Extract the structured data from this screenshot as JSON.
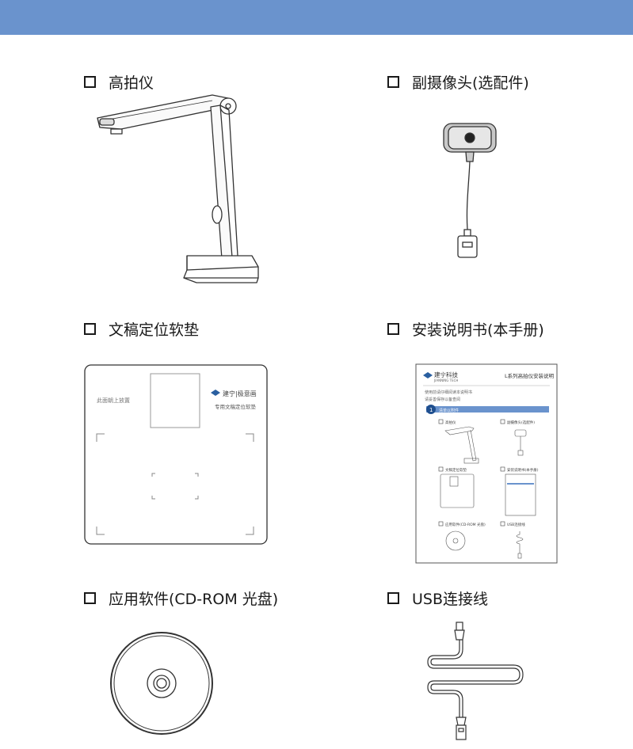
{
  "header": {
    "bar_color": "#6a93cd"
  },
  "items": [
    {
      "label": "高拍仪"
    },
    {
      "label": "副摄像头(选配件)"
    },
    {
      "label": "文稿定位软垫"
    },
    {
      "label": "安装说明书(本手册)"
    },
    {
      "label": "应用软件(CD-ROM 光盘)"
    },
    {
      "label": "USB连接线"
    }
  ],
  "pad": {
    "side_text": "此面朝上放置",
    "logo_text": "建宁|极意画",
    "caption": "专用文稿定位软垫"
  },
  "manual": {
    "brand": "建宁科技",
    "brand_en": "JIANNING TECH",
    "title": "L系列高拍仪安装说明",
    "intro_1": "使用前请仔细阅读本说明书",
    "intro_2": "请妥善保存以备查阅",
    "section_num": "1",
    "section_title": "清单以附件",
    "thumb_labels": [
      "高拍仪",
      "副摄像头(选配件)",
      "文稿定位软垫",
      "安装说明书(本手册)",
      "应用软件(CD-ROM 光盘)",
      "USB连接线"
    ]
  }
}
